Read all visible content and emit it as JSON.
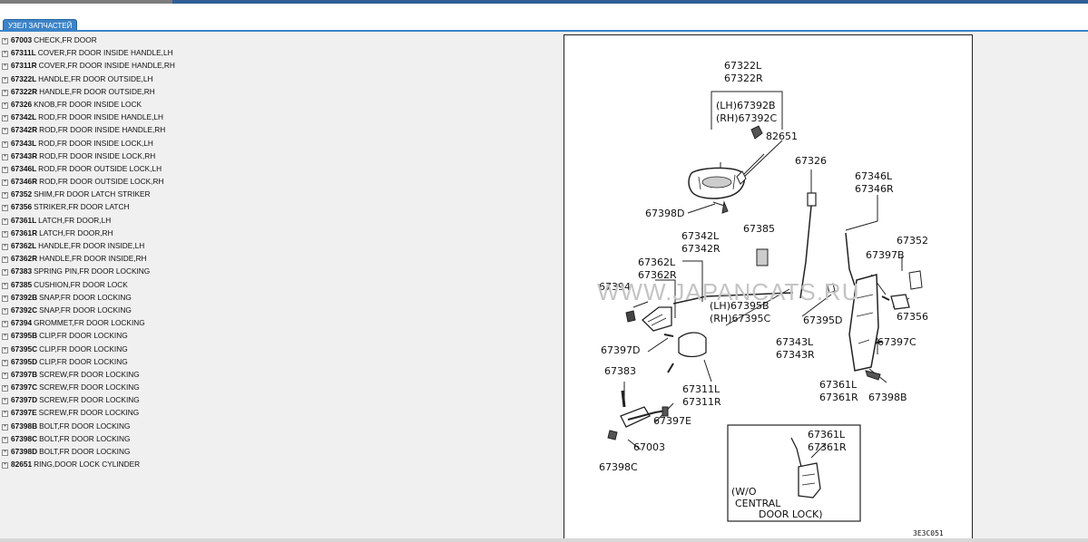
{
  "tab": {
    "label": "УЗЕЛ ЗАПЧАСТЕЙ"
  },
  "parts": [
    {
      "code": "67003",
      "desc": "CHECK,FR DOOR"
    },
    {
      "code": "67311L",
      "desc": "COVER,FR DOOR INSIDE HANDLE,LH"
    },
    {
      "code": "67311R",
      "desc": "COVER,FR DOOR INSIDE HANDLE,RH"
    },
    {
      "code": "67322L",
      "desc": "HANDLE,FR DOOR OUTSIDE,LH"
    },
    {
      "code": "67322R",
      "desc": "HANDLE,FR DOOR OUTSIDE,RH"
    },
    {
      "code": "67326",
      "desc": "KNOB,FR DOOR INSIDE LOCK"
    },
    {
      "code": "67342L",
      "desc": "ROD,FR DOOR INSIDE HANDLE,LH"
    },
    {
      "code": "67342R",
      "desc": "ROD,FR DOOR INSIDE HANDLE,RH"
    },
    {
      "code": "67343L",
      "desc": "ROD,FR DOOR INSIDE LOCK,LH"
    },
    {
      "code": "67343R",
      "desc": "ROD,FR DOOR INSIDE LOCK,RH"
    },
    {
      "code": "67346L",
      "desc": "ROD,FR DOOR OUTSIDE LOCK,LH"
    },
    {
      "code": "67346R",
      "desc": "ROD,FR DOOR OUTSIDE LOCK,RH"
    },
    {
      "code": "67352",
      "desc": "SHIM,FR DOOR LATCH STRIKER"
    },
    {
      "code": "67356",
      "desc": "STRIKER,FR DOOR LATCH"
    },
    {
      "code": "67361L",
      "desc": "LATCH,FR DOOR,LH"
    },
    {
      "code": "67361R",
      "desc": "LATCH,FR DOOR,RH"
    },
    {
      "code": "67362L",
      "desc": "HANDLE,FR DOOR INSIDE,LH"
    },
    {
      "code": "67362R",
      "desc": "HANDLE,FR DOOR INSIDE,RH"
    },
    {
      "code": "67383",
      "desc": "SPRING PIN,FR DOOR LOCKING"
    },
    {
      "code": "67385",
      "desc": "CUSHION,FR DOOR LOCK"
    },
    {
      "code": "67392B",
      "desc": "SNAP,FR DOOR LOCKING"
    },
    {
      "code": "67392C",
      "desc": "SNAP,FR DOOR LOCKING"
    },
    {
      "code": "67394",
      "desc": "GROMMET,FR DOOR LOCKING"
    },
    {
      "code": "67395B",
      "desc": "CLIP,FR DOOR LOCKING"
    },
    {
      "code": "67395C",
      "desc": "CLIP,FR DOOR LOCKING"
    },
    {
      "code": "67395D",
      "desc": "CLIP,FR DOOR LOCKING"
    },
    {
      "code": "67397B",
      "desc": "SCREW,FR DOOR LOCKING"
    },
    {
      "code": "67397C",
      "desc": "SCREW,FR DOOR LOCKING"
    },
    {
      "code": "67397D",
      "desc": "SCREW,FR DOOR LOCKING"
    },
    {
      "code": "67397E",
      "desc": "SCREW,FR DOOR LOCKING"
    },
    {
      "code": "67398B",
      "desc": "BOLT,FR DOOR LOCKING"
    },
    {
      "code": "67398C",
      "desc": "BOLT,FR DOOR LOCKING"
    },
    {
      "code": "67398D",
      "desc": "BOLT,FR DOOR LOCKING"
    },
    {
      "code": "82651",
      "desc": "RING,DOOR LOCK CYLINDER"
    }
  ],
  "diagram": {
    "labels": {
      "l67322L": "67322L",
      "l67322R": "67322R",
      "lh67392B": "(LH)67392B",
      "rh67392C": "(RH)67392C",
      "l82651": "82651",
      "l67326": "67326",
      "l67346L": "67346L",
      "l67346R": "67346R",
      "l67398D": "67398D",
      "l67385": "67385",
      "l67342L": "67342L",
      "l67342R": "67342R",
      "l67352": "67352",
      "l67397B": "67397B",
      "l67362L": "67362L",
      "l67362R": "67362R",
      "l67394": "67394",
      "lh67395B": "(LH)67395B",
      "rh67395C": "(RH)67395C",
      "l67395D": "67395D",
      "l67356": "67356",
      "l67397D": "67397D",
      "l67343L": "67343L",
      "l67343R": "67343R",
      "l67397C": "67397C",
      "l67383": "67383",
      "l67311L": "67311L",
      "l67311R": "67311R",
      "l67361L": "67361L",
      "l67361R": "67361R",
      "l67398B": "67398B",
      "l67397E": "67397E",
      "l67003": "67003",
      "l67398C": "67398C",
      "inset67361L": "67361L",
      "inset67361R": "67361R",
      "wo1": "(W/O",
      "wo2": "CENTRAL",
      "wo3": "DOOR LOCK)"
    },
    "watermark": "WWW.JAPANCATS.RU",
    "ref_code": "3E3C051"
  }
}
